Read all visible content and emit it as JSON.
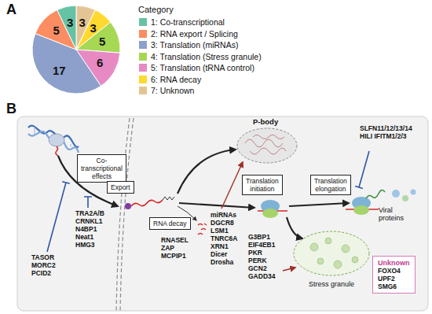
{
  "diagram": {
    "nodes": [
      {
        "text": [
          "Co-transcriptional effects"
        ]
      },
      {
        "text": [
          "Export"
        ]
      },
      {
        "text": [
          "RNA decay"
        ]
      },
      {
        "text": [
          "Translation initiation"
        ]
      },
      {
        "text": [
          "Translation elongation"
        ]
      },
      {
        "text": [
          "Unknown",
          "FOXO4 UPF2 SMG6"
        ]
      }
    ],
    "labels": [
      "A",
      "3",
      "5",
      "17",
      "5",
      "6",
      "3",
      "3",
      "Category",
      "B",
      "TASOR MORC2 PCID2",
      "TRA2A/B CRNKL1 N4BP1 Neat1 HMG3",
      "P-body",
      "miRNAs DGCR8 LSM1 TNRC6A XRN1 Dicer Drosha",
      "RNASEL ZAP MCPIP1",
      "G3BP1 EIF4EB1 PKR PERK GCN2 GADD34",
      "Stress granule",
      "SLFN11/12/13/14 HILI IFITM1/2/3",
      "Viral proteins"
    ],
    "legend": [
      {
        "text": "1: Co-transcriptional",
        "color": "#66c2a5"
      },
      {
        "text": "2: RNA export / Splicing",
        "color": "#fc8d62"
      },
      {
        "text": "3: Translation (miRNAs)",
        "color": "#8da0cb"
      },
      {
        "text": "4: Translation (Stress granule)",
        "color": "#a6d854"
      },
      {
        "text": "5: Translation (tRNA control)",
        "color": "#e78ac3"
      },
      {
        "text": "6: RNA decay",
        "color": "#ffd92f"
      },
      {
        "text": "7: Unknown",
        "color": "#e5c494"
      }
    ]
  }
}
